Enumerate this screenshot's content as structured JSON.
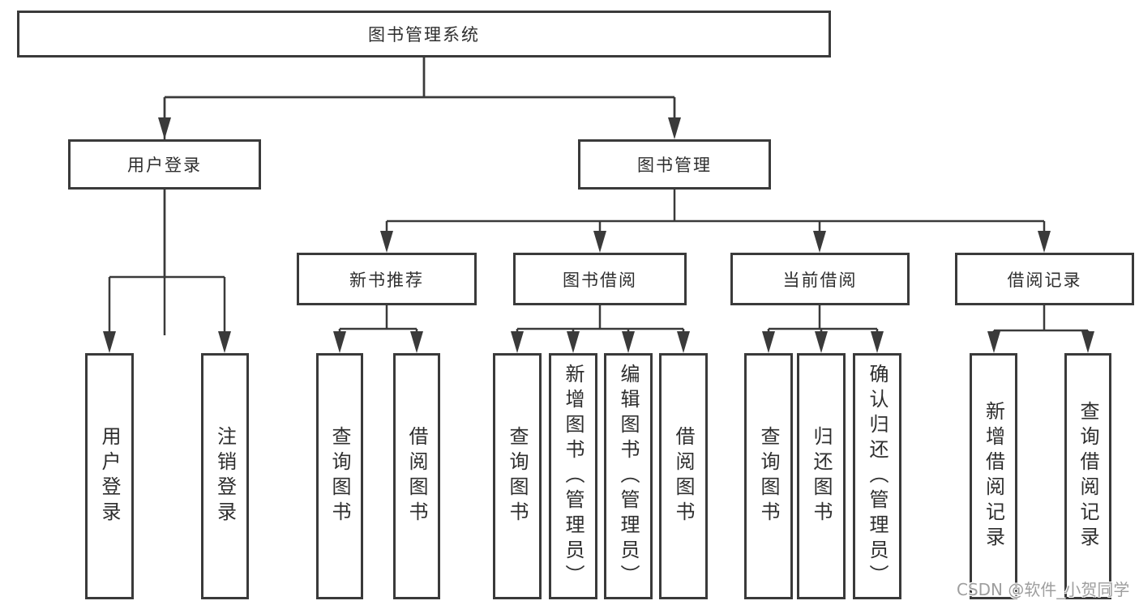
{
  "diagram": {
    "type": "tree-structure-chart",
    "colors": {
      "line": "#3a3a3a",
      "box_border": "#3a3a3a",
      "box_fill": "#ffffff",
      "text": "#2e2e2e",
      "background": "#ffffff",
      "watermark_text_color": "#9e9e9e"
    }
  },
  "tree": {
    "root": {
      "label": "图书管理系统"
    },
    "branches": [
      {
        "label": "用户登录",
        "children": [
          {
            "label": "用户登录"
          },
          {
            "label": "注销登录"
          }
        ]
      },
      {
        "label": "图书管理",
        "children": [
          {
            "label": "新书推荐",
            "children": [
              {
                "label": "查询图书"
              },
              {
                "label": "借阅图书"
              }
            ]
          },
          {
            "label": "图书借阅",
            "children": [
              {
                "label": "查询图书"
              },
              {
                "label": "新增图书（管理员）"
              },
              {
                "label": "编辑图书（管理员）"
              },
              {
                "label": "借阅图书"
              }
            ]
          },
          {
            "label": "当前借阅",
            "children": [
              {
                "label": "查询图书"
              },
              {
                "label": "归还图书"
              },
              {
                "label": "确认归还（管理员）"
              }
            ]
          },
          {
            "label": "借阅记录",
            "children": [
              {
                "label": "新增借阅记录"
              },
              {
                "label": "查询借阅记录"
              }
            ]
          }
        ]
      }
    ]
  },
  "watermark": "CSDN @软件_小贺同学"
}
